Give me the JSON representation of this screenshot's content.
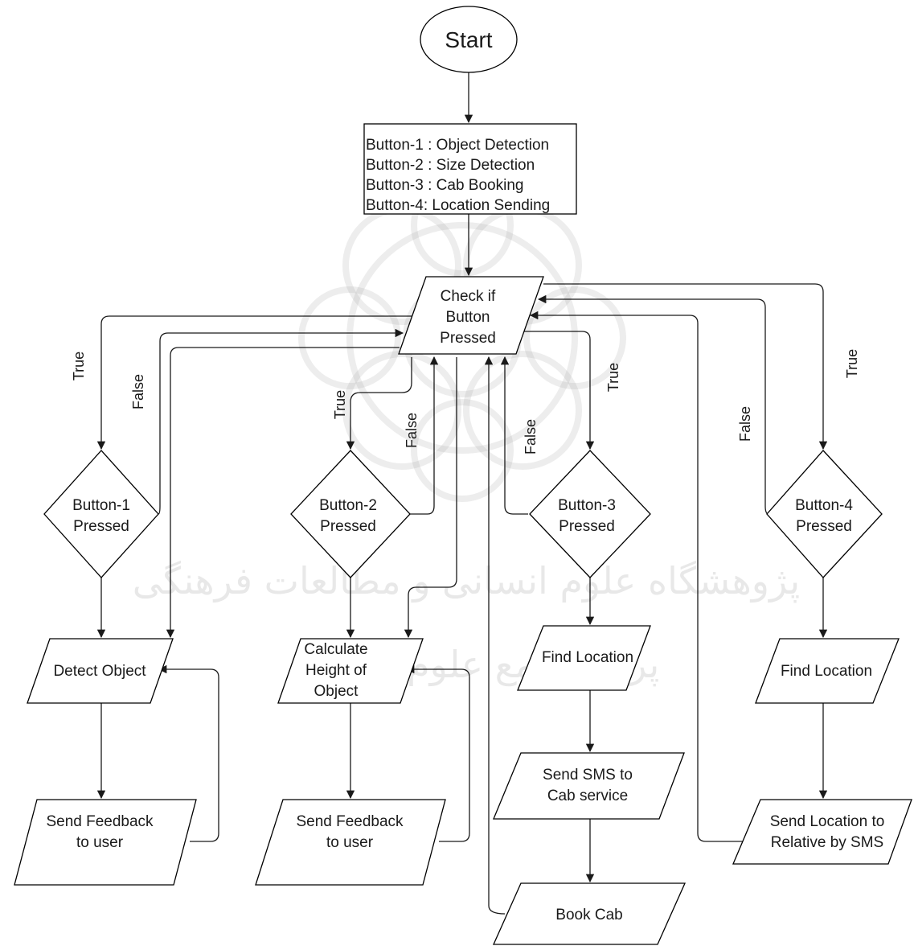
{
  "nodes": {
    "start": "Start",
    "menu": [
      "Button-1 : Object Detection",
      "Button-2 : Size Detection",
      "Button-3 : Cab Booking",
      "Button-4: Location Sending"
    ],
    "check": [
      "Check if",
      "Button",
      "Pressed"
    ],
    "b1": [
      "Button-1",
      "Pressed"
    ],
    "b2": [
      "Button-2",
      "Pressed"
    ],
    "b3": [
      "Button-3",
      "Pressed"
    ],
    "b4": [
      "Button-4",
      "Pressed"
    ],
    "detect_object": "Detect Object",
    "calc_height": [
      "Calculate",
      "Height of",
      "Object"
    ],
    "find_location_3": "Find Location",
    "find_location_4": "Find Location",
    "send_feedback_1": [
      "Send Feedback",
      "to user"
    ],
    "send_feedback_2": [
      "Send Feedback",
      "to user"
    ],
    "send_sms_cab": [
      "Send SMS to",
      "Cab service"
    ],
    "send_location": [
      "Send Location to",
      "Relative by SMS"
    ],
    "book_cab": "Book Cab"
  },
  "edge_labels": {
    "b1_true": "True",
    "b1_false": "False",
    "b2_true": "True",
    "b2_false": "False",
    "b3_true": "True",
    "b3_false": "False",
    "b4_true": "True",
    "b4_false": "False"
  },
  "watermark": {
    "line1": "پژوهشگاه علوم انسانی و مطالعات فرهنگی",
    "line2": "پرتال جامع علوم انسانی"
  }
}
